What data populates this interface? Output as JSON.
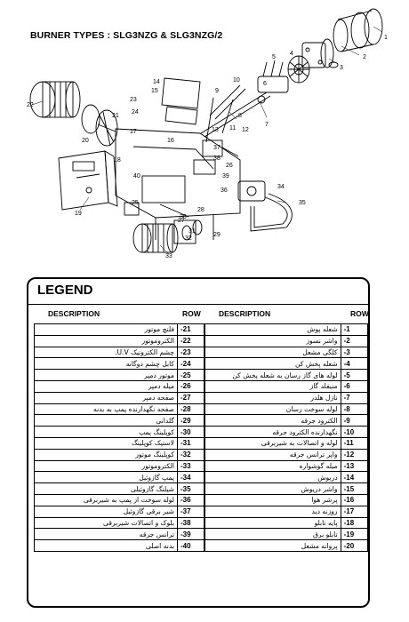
{
  "title": "BURNER TYPES : SLG3NZG & SLG3NZG/2",
  "diagram": {
    "part_numbers": [
      "1",
      "2",
      "3",
      "4",
      "5",
      "6",
      "7",
      "8",
      "9",
      "10",
      "11",
      "12",
      "13",
      "14",
      "15",
      "16",
      "17",
      "18",
      "19",
      "20",
      "21",
      "22",
      "23",
      "24",
      "25",
      "26",
      "27",
      "28",
      "29",
      "30",
      "31",
      "32",
      "33",
      "34",
      "35",
      "36",
      "37",
      "38",
      "39",
      "40"
    ]
  },
  "legend": {
    "title": "LEGEND",
    "col_description": "DESCRIPTION",
    "col_row": "ROW",
    "right_rows": [
      {
        "desc": "شعله پوش",
        "row": "-1"
      },
      {
        "desc": "واشر نسوز",
        "row": "-2"
      },
      {
        "desc": "کلگی مشعل",
        "row": "-3"
      },
      {
        "desc": "شعله پخش کن",
        "row": "-4"
      },
      {
        "desc": "لوله های گاز رسان به شعله پخش کن",
        "row": "-5"
      },
      {
        "desc": "منیفلد گاز",
        "row": "-6"
      },
      {
        "desc": "نازل هلدر",
        "row": "-7"
      },
      {
        "desc": "لوله سوخت رسان",
        "row": "-8"
      },
      {
        "desc": "الکترود جرقه",
        "row": "-9"
      },
      {
        "desc": "نگهدارنده الکترود جرقه",
        "row": "-10"
      },
      {
        "desc": "لوله و اتصالات به شیربرقی",
        "row": "-11"
      },
      {
        "desc": "واپر ترانس جرقه",
        "row": "-12"
      },
      {
        "desc": "میله گوشواره",
        "row": "-13"
      },
      {
        "desc": "دریوش",
        "row": "-14"
      },
      {
        "desc": "واشر دریوش",
        "row": "-15"
      },
      {
        "desc": "پرشر هوا",
        "row": "-16"
      },
      {
        "desc": "روزنه دید",
        "row": "-17"
      },
      {
        "desc": "پایه تابلو",
        "row": "-18"
      },
      {
        "desc": "تابلو برق",
        "row": "-19"
      },
      {
        "desc": "پروانه مشعل",
        "row": "-20"
      }
    ],
    "left_rows": [
      {
        "desc": "فلنچ موتور",
        "row": "-21"
      },
      {
        "desc": "الکتروموتور",
        "row": "-22"
      },
      {
        "desc": "چشم الکترونیک U.V.",
        "row": "-23"
      },
      {
        "desc": "کابل چشم دوگانه",
        "row": "-24"
      },
      {
        "desc": "موتور دمپر",
        "row": "-25"
      },
      {
        "desc": "میله دمپر",
        "row": "-26"
      },
      {
        "desc": "صفحه دمپر",
        "row": "-27"
      },
      {
        "desc": "صفحه نگهدارنده پمپ به بدنه",
        "row": "-28"
      },
      {
        "desc": "گلدانی",
        "row": "-29"
      },
      {
        "desc": "کوپلینگ پمپ",
        "row": "-30"
      },
      {
        "desc": "لاستیک کوپلینگ",
        "row": "-31"
      },
      {
        "desc": "کوپلینگ موتور",
        "row": "-32"
      },
      {
        "desc": "الکتروموتور",
        "row": "-33"
      },
      {
        "desc": "پمپ گازوئیل",
        "row": "-34"
      },
      {
        "desc": "شیلنگ گازوئیلی",
        "row": "-35"
      },
      {
        "desc": "لوله سوخت از پمپ به شیربرقی",
        "row": "-36"
      },
      {
        "desc": "شیر برقی گازوئیل",
        "row": "-37"
      },
      {
        "desc": "بلوک و اتصالات شیربرقی",
        "row": "-38"
      },
      {
        "desc": "ترانس جرقه",
        "row": "-39"
      },
      {
        "desc": "بدنه اصلی",
        "row": "-40"
      }
    ]
  }
}
